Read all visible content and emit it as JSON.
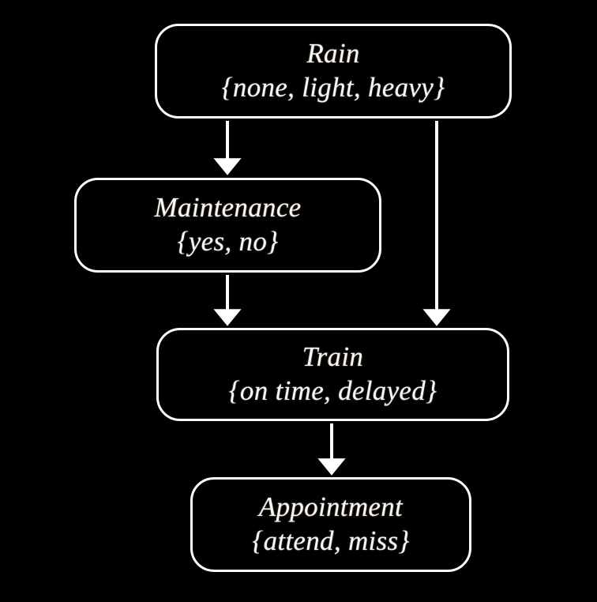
{
  "diagram": {
    "type": "bayesian-network",
    "background_color": "#000000",
    "node_border_color": "#ffffff",
    "text_color": "#fbf8f3",
    "nodes": [
      {
        "id": "rain",
        "title": "Rain",
        "states_text": "{none, light, heavy}",
        "states": [
          "none",
          "light",
          "heavy"
        ]
      },
      {
        "id": "maintenance",
        "title": "Maintenance",
        "states_text": "{yes, no}",
        "states": [
          "yes",
          "no"
        ]
      },
      {
        "id": "train",
        "title": "Train",
        "states_text": "{on time, delayed}",
        "states": [
          "on time",
          "delayed"
        ]
      },
      {
        "id": "appointment",
        "title": "Appointment",
        "states_text": "{attend, miss}",
        "states": [
          "attend",
          "miss"
        ]
      }
    ],
    "edges": [
      {
        "id": "rain-to-maintenance",
        "from": "rain",
        "to": "maintenance"
      },
      {
        "id": "rain-to-train",
        "from": "rain",
        "to": "train"
      },
      {
        "id": "maintenance-to-train",
        "from": "maintenance",
        "to": "train"
      },
      {
        "id": "train-to-appointment",
        "from": "train",
        "to": "appointment"
      }
    ]
  }
}
